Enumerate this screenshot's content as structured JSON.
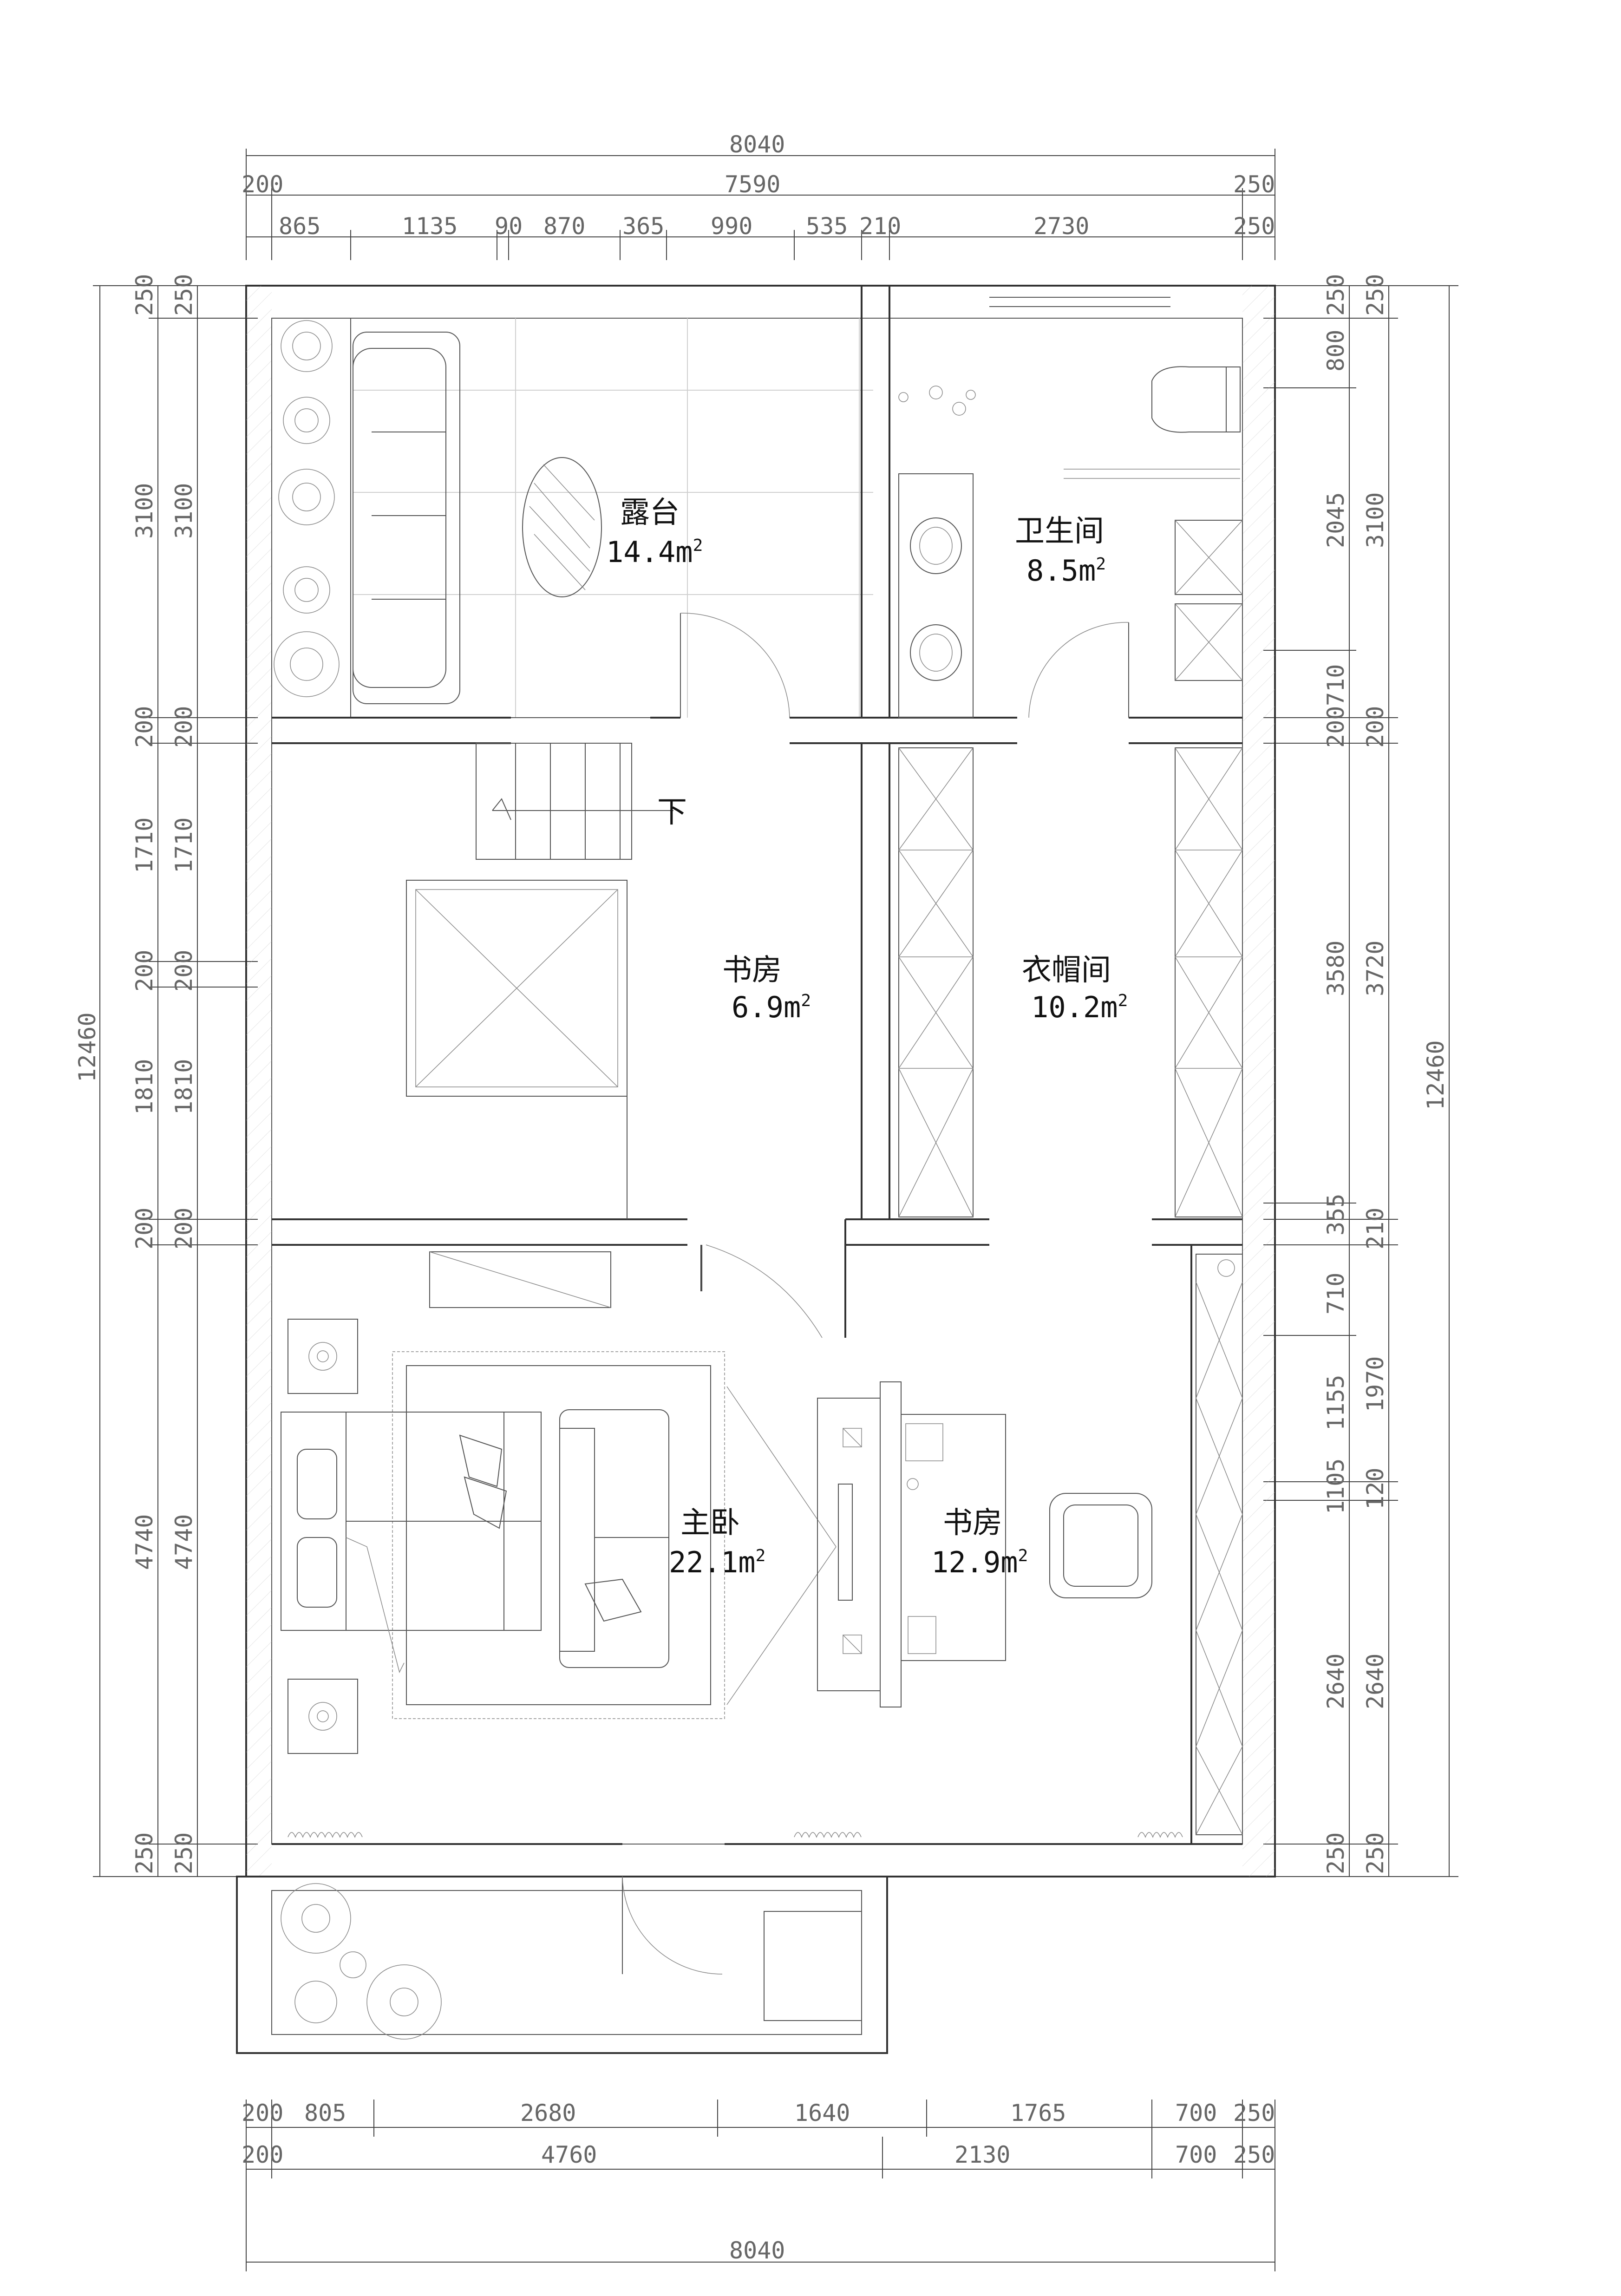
{
  "rooms": {
    "terrace": {
      "name": "露台",
      "area": "14.4m",
      "sup": "2"
    },
    "bathroom": {
      "name": "卫生间",
      "area": "8.5m",
      "sup": "2"
    },
    "study_upper": {
      "name": "书房",
      "area": "6.9m",
      "sup": "2"
    },
    "cloakroom": {
      "name": "衣帽间",
      "area": "10.2m",
      "sup": "2"
    },
    "master_bedroom": {
      "name": "主卧",
      "area": "22.1m",
      "sup": "2"
    },
    "study_lower": {
      "name": "书房",
      "area": "12.9m",
      "sup": "2"
    }
  },
  "stair_label": "下",
  "dims": {
    "top_total": "8040",
    "top_row2": [
      "200",
      "7590",
      "250"
    ],
    "top_row3": [
      "865",
      "1135",
      "90",
      "870",
      "365",
      "990",
      "535",
      "210",
      "2730",
      "250"
    ],
    "bottom_row1": [
      "200",
      "805",
      "2680",
      "1640",
      "1765",
      "700",
      "250"
    ],
    "bottom_row2": [
      "200",
      "4760",
      "2130",
      "700",
      "250"
    ],
    "bottom_total": "8040",
    "left_total": "12460",
    "left_row1": [
      "250",
      "3100",
      "200",
      "1710",
      "200",
      "1810",
      "200",
      "4740",
      "250"
    ],
    "left_row2": [
      "250",
      "3100",
      "200",
      "1710",
      "200",
      "1810",
      "200",
      "4740",
      "250"
    ],
    "right_row1": [
      "250",
      "800",
      "2045",
      "710",
      "200",
      "3580",
      "355",
      "710",
      "1155",
      "1105",
      "2640",
      "250"
    ],
    "right_row2": [
      "250",
      "3100",
      "200",
      "3720",
      "210",
      "1970",
      "120",
      "2640",
      "250"
    ],
    "right_total": "12460"
  }
}
